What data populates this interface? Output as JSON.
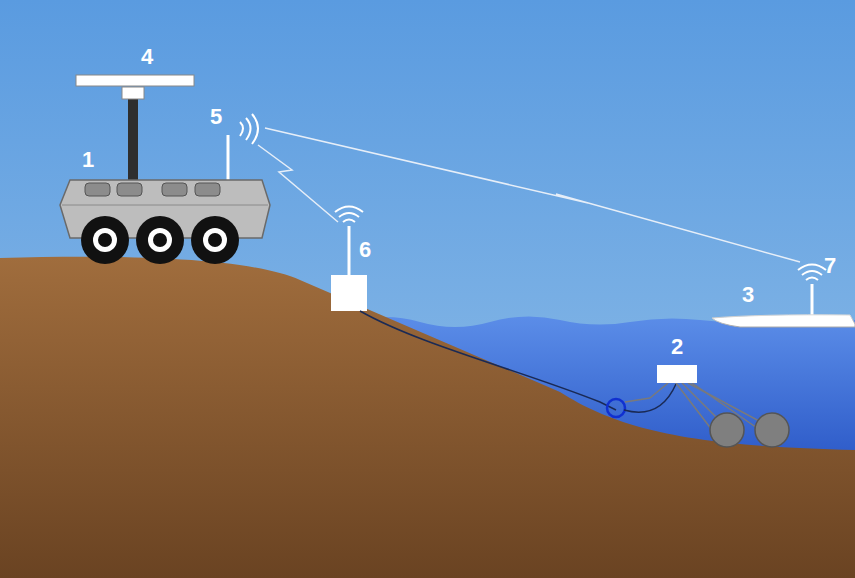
{
  "diagram": {
    "labels": [
      "4",
      "5",
      "1",
      "6",
      "7",
      "3",
      "2"
    ]
  }
}
